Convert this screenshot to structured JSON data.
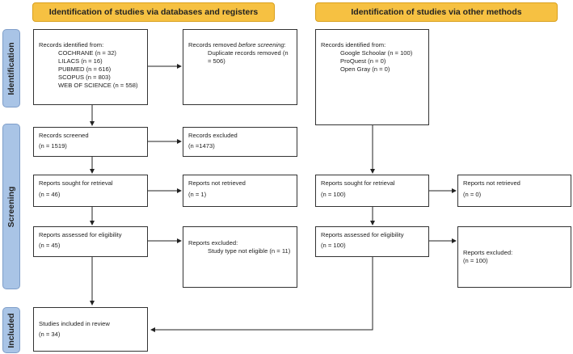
{
  "headers": {
    "databases": "Identification of studies via databases and registers",
    "other": "Identification of studies via other methods"
  },
  "phases": {
    "identification": "Identification",
    "screening": "Screening",
    "included": "Included"
  },
  "db": {
    "identified": {
      "title": "Records identified from:",
      "items": [
        "COCHRANE (n = 32)",
        "LILACS (n = 16)",
        "PUBMED (n = 616)",
        "SCOPUS (n = 803)",
        "WEB OF SCIENCE (n = 558)"
      ]
    },
    "removed": {
      "title_pre": "Records removed ",
      "title_em": "before screening",
      "title_post": ":",
      "item": "Duplicate records removed (n = 506)"
    },
    "screened": {
      "title": "Records screened",
      "n": "(n = 1519)"
    },
    "excluded": {
      "title": "Records excluded",
      "n": "(n =1473)"
    },
    "sought": {
      "title": "Reports sought for retrieval",
      "n": "(n = 46)"
    },
    "not_retrieved": {
      "title": "Reports not retrieved",
      "n": "(n = 1)"
    },
    "assessed": {
      "title": "Reports assessed for eligibility",
      "n": "(n = 45)"
    },
    "reports_excluded": {
      "title": "Reports excluded:",
      "item": "Study type not eligible (n = 11)"
    },
    "included": {
      "title": "Studies included in review",
      "n": "(n = 34)"
    }
  },
  "other": {
    "identified": {
      "title": "Records identified from:",
      "items": [
        "Google Schoolar (n = 100)",
        "ProQuest (n = 0)",
        "Open Gray (n = 0)"
      ]
    },
    "sought": {
      "title": "Reports sought for retrieval",
      "n": "(n = 100)"
    },
    "not_retrieved": {
      "title": "Reports not retrieved",
      "n": "(n = 0)"
    },
    "assessed": {
      "title": "Reports assessed for eligibility",
      "n": "(n = 100)"
    },
    "reports_excluded": {
      "title": "Reports excluded:",
      "n": "(n = 100)"
    }
  },
  "colors": {
    "header": "#f6c142",
    "phase": "#a9c4e6",
    "line": "#222222"
  }
}
